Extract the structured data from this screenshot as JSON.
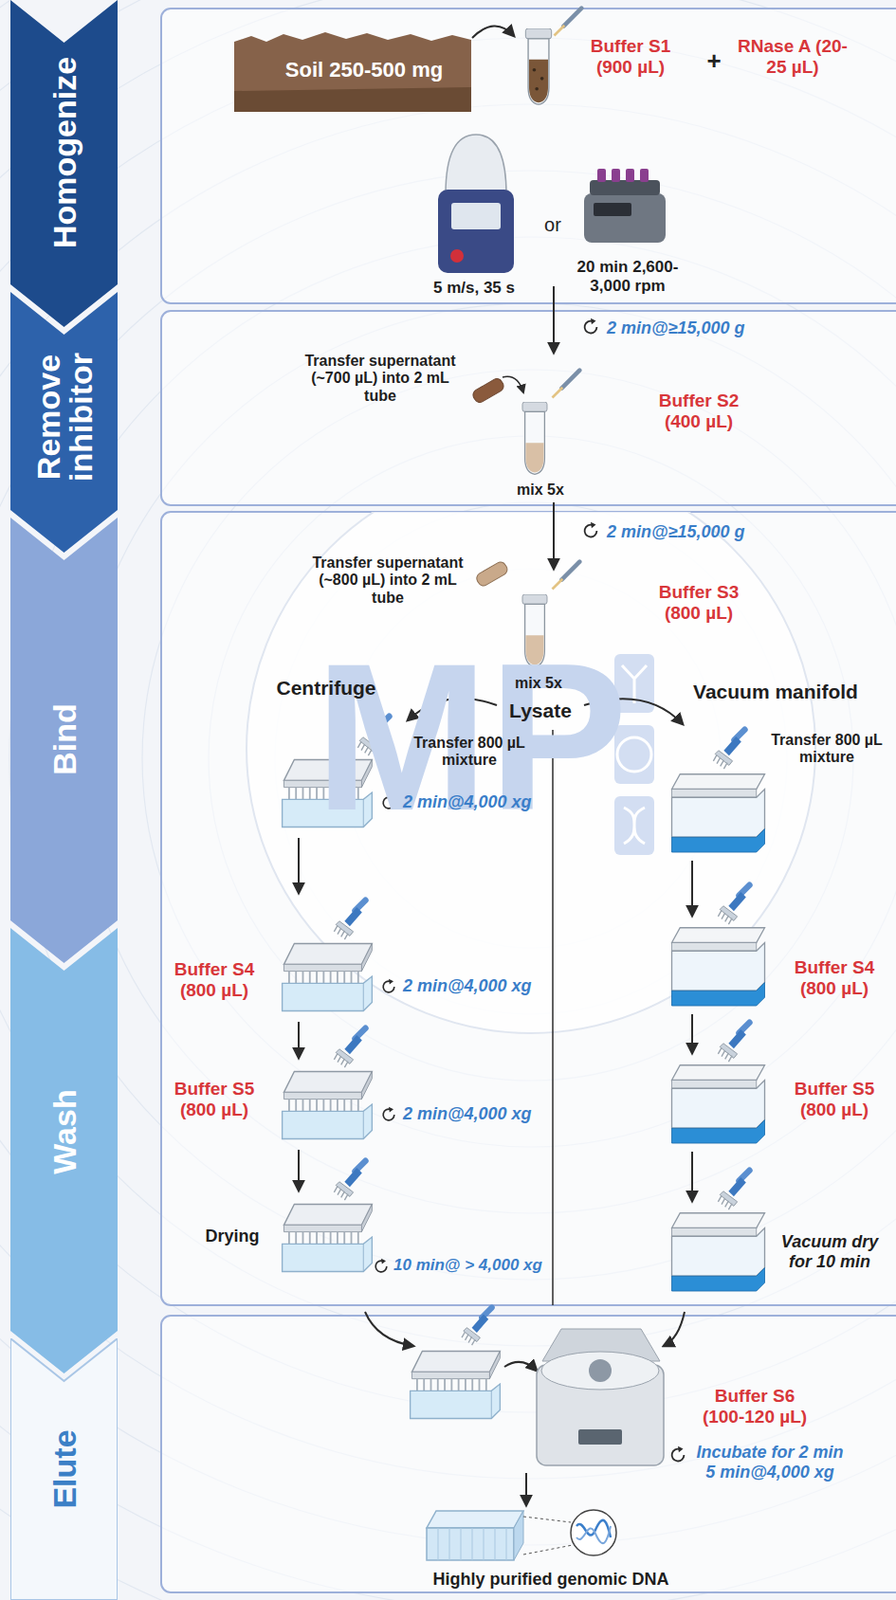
{
  "diagram": {
    "nodes": [
      {
        "text": [
          "Homogenize"
        ]
      },
      {
        "text": [
          "Soil 250-500 mg"
        ]
      },
      {
        "text": [
          "Remove inhibitor"
        ]
      },
      {
        "text": [
          "Bind"
        ]
      },
      {
        "text": [
          "Wash"
        ]
      },
      {
        "text": [
          "Elute"
        ]
      }
    ],
    "labels": [
      "Buffer S1 (900 µL)",
      "+",
      "RNase A (20-25 µL)",
      "or",
      "5 m/s, 35 s",
      "20 min 2,600-3,000 rpm",
      "2 min@≥15,000 g",
      "Transfer supernatant (~700 µL) into 2 mL tube",
      "Buffer S2 (400 µL)",
      "mix 5x",
      "2 min@≥15,000 g",
      "Transfer supernatant (~800 µL) into 2 mL tube",
      "Buffer S3 (800 µL)",
      "Centrifuge",
      "mix 5x",
      "Lysate",
      "Vacuum manifold",
      "Transfer 800 µL mixture",
      "2 min@4,000 xg",
      "Buffer S4 (800 µL)",
      "2 min@4,000 xg",
      "Buffer S5 (800 µL)",
      "2 min@4,000 xg",
      "Drying",
      "10 min@ > 4,000 xg",
      "Transfer 800 µL mixture",
      "Buffer S4 (800 µL)",
      "Buffer S5 (800 µL)",
      "Vacuum dry for 10 min",
      "Buffer S6 (100-120 µL)",
      "Incubate for 2 min 5 min@4,000 xg",
      "Highly purified genomic DNA",
      "MP"
    ]
  }
}
